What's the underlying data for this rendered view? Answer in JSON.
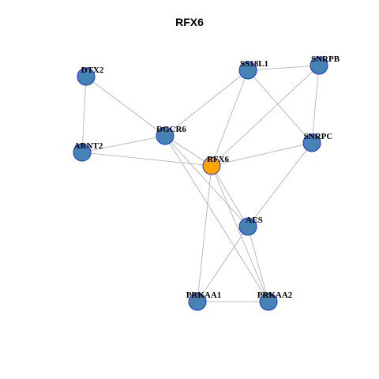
{
  "title": "RFX6",
  "colors": {
    "node_fill": "#4682B4",
    "node_stroke": "#1E2FD6",
    "center_fill": "#FFA500",
    "edge": "#AAAAAA"
  },
  "nodes": [
    {
      "id": "DTX2",
      "label": "DTX2",
      "center": false
    },
    {
      "id": "SS18L1",
      "label": "SS18L1",
      "center": false
    },
    {
      "id": "SNRPB",
      "label": "SNRPB",
      "center": false
    },
    {
      "id": "DGCR6",
      "label": "DGCR6",
      "center": false
    },
    {
      "id": "ARNT2",
      "label": "ARNT2",
      "center": false
    },
    {
      "id": "SNRPC",
      "label": "SNRPC",
      "center": false
    },
    {
      "id": "RFX6",
      "label": "RFX6",
      "center": true
    },
    {
      "id": "AES",
      "label": "AES",
      "center": false
    },
    {
      "id": "PRKAA1",
      "label": "PRKAA1",
      "center": false
    },
    {
      "id": "PRKAA2",
      "label": "PRKAA2",
      "center": false
    }
  ],
  "edges": [
    [
      "DTX2",
      "ARNT2"
    ],
    [
      "DTX2",
      "DGCR6"
    ],
    [
      "ARNT2",
      "DGCR6"
    ],
    [
      "ARNT2",
      "RFX6"
    ],
    [
      "DGCR6",
      "SS18L1"
    ],
    [
      "DGCR6",
      "RFX6"
    ],
    [
      "DGCR6",
      "AES"
    ],
    [
      "DGCR6",
      "PRKAA2"
    ],
    [
      "SS18L1",
      "SNRPB"
    ],
    [
      "SS18L1",
      "RFX6"
    ],
    [
      "SS18L1",
      "SNRPC"
    ],
    [
      "SNRPB",
      "RFX6"
    ],
    [
      "SNRPB",
      "SNRPC"
    ],
    [
      "SNRPC",
      "RFX6"
    ],
    [
      "SNRPC",
      "AES"
    ],
    [
      "RFX6",
      "AES"
    ],
    [
      "RFX6",
      "PRKAA1"
    ],
    [
      "RFX6",
      "PRKAA2"
    ],
    [
      "AES",
      "PRKAA1"
    ],
    [
      "AES",
      "PRKAA2"
    ],
    [
      "PRKAA1",
      "PRKAA2"
    ]
  ]
}
